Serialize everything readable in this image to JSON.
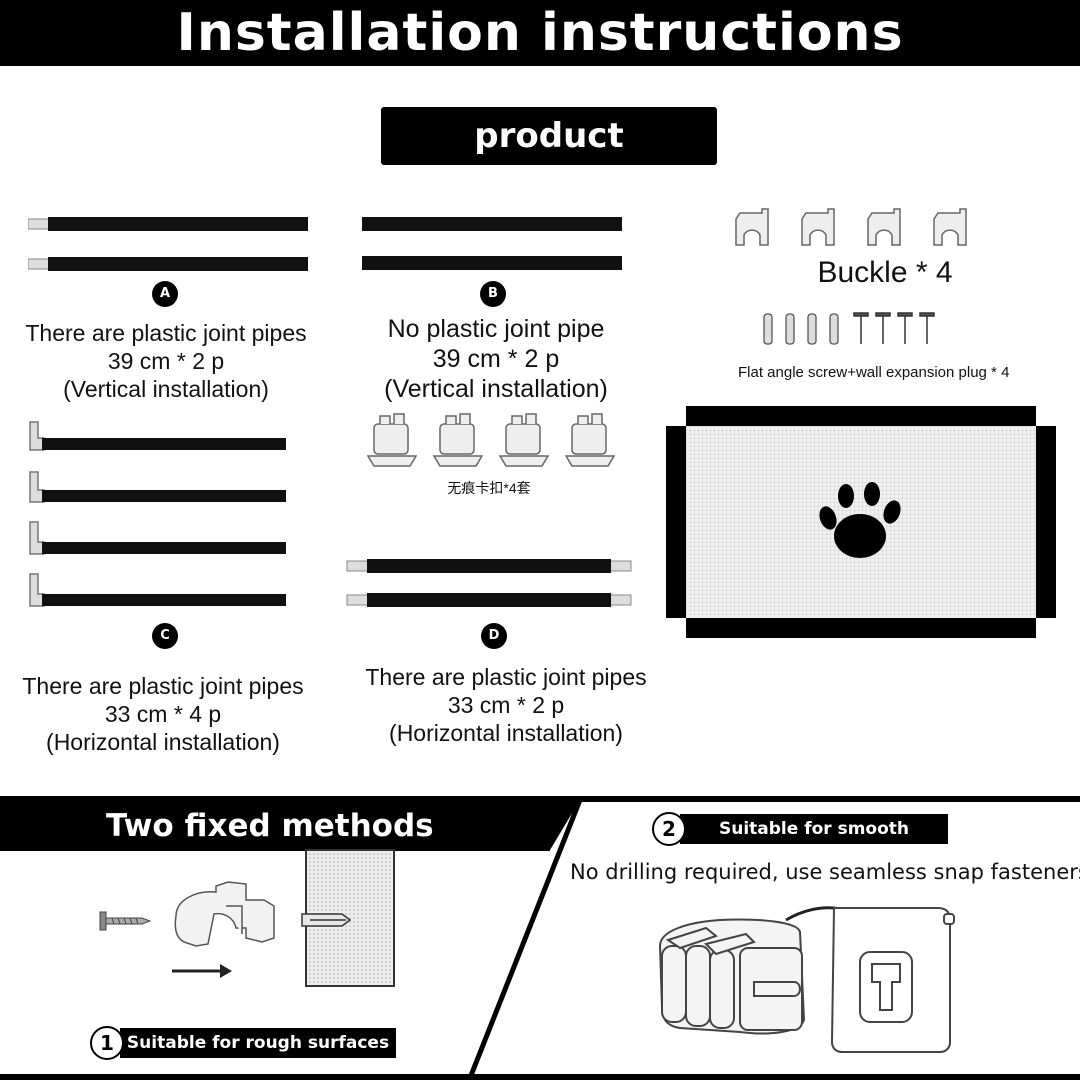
{
  "header": {
    "title": "Installation instructions"
  },
  "accessories": {
    "title": "product accessories",
    "items": [
      {
        "letter": "A",
        "line1": "There are plastic joint pipes",
        "line2": "39 cm * 2 p",
        "line3": "(Vertical installation)"
      },
      {
        "letter": "B",
        "line1": "No plastic joint pipe",
        "line2": "39 cm * 2 p",
        "line3": "(Vertical installation)"
      },
      {
        "letter": "C",
        "line1": "There are plastic joint pipes",
        "line2": "33 cm * 4 p",
        "line3": "(Horizontal installation)"
      },
      {
        "letter": "D",
        "line1": "There are plastic joint pipes",
        "line2": "33 cm * 2 p",
        "line3": "(Horizontal installation)"
      }
    ],
    "clips_label": "无痕卡扣*4套",
    "buckle_label": "Buckle * 4",
    "screw_label": "Flat angle screw+wall expansion plug * 4"
  },
  "methods": {
    "title": "Two fixed methods",
    "method1": {
      "number": "1",
      "label": "Suitable for rough surfaces"
    },
    "method2": {
      "number": "2",
      "label": "Suitable for smooth surfaces",
      "description": "No drilling required, use seamless snap fasteners"
    }
  },
  "icons": [
    "joint-pipe-icon",
    "buckle-icon",
    "screw-icon",
    "wall-plug-icon",
    "adhesive-clip-icon",
    "paw-print-icon",
    "arrow-right-icon",
    "curved-arrow-icon",
    "wall-section-icon"
  ]
}
